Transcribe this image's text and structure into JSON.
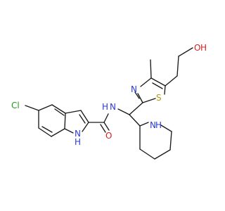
{
  "colors": {
    "carbon": "#1a1a1a",
    "nitrogen": "#2a3bd6",
    "oxygen": "#d91c1c",
    "sulfur": "#b59a12",
    "chlorine": "#1e9e1e"
  },
  "atoms": {
    "cl": "Cl",
    "nh_indole": "H",
    "n_indole": "N",
    "o_amide": "O",
    "n_amide": "N",
    "h_amide": "H",
    "n_thiazole": "N",
    "s_thiazole": "S",
    "nh_pip_n": "N",
    "nh_pip_h": "H",
    "oh_o": "O",
    "oh_h": "H"
  }
}
